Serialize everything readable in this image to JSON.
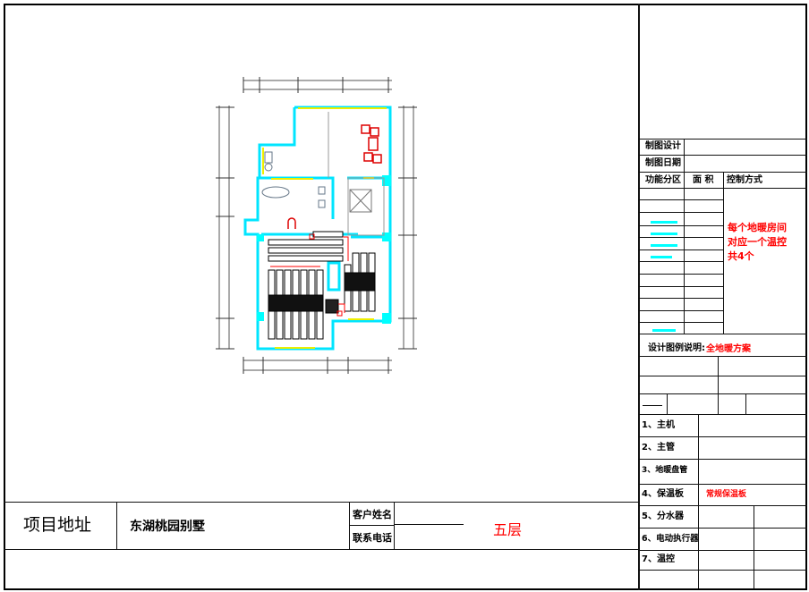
{
  "title_block": {
    "drawing_design_label": "制图设计",
    "drawing_date_label": "制图日期",
    "columns": {
      "zone": "功能分区",
      "area": "面 积",
      "control": "控制方式"
    },
    "control_note": [
      "每个地暖房间",
      "对应一个温控",
      "共4个"
    ],
    "legend_label": "设计图例说明:",
    "legend_value": "全地暖方案",
    "items": [
      {
        "label": "1、主机",
        "value": ""
      },
      {
        "label": "2、主管",
        "value": ""
      },
      {
        "label": "3、地暖盘管",
        "value": ""
      },
      {
        "label": "4、保温板",
        "value": "常规保温板"
      },
      {
        "label": "5、分水器",
        "value": ""
      },
      {
        "label": "6、电动执行器",
        "value": ""
      },
      {
        "label": "7、温控",
        "value": ""
      }
    ]
  },
  "footer": {
    "project_address_label": "项目地址",
    "project_address": "东湖桃园别墅",
    "customer_name_label": "客户姓名",
    "phone_label": "联系电话",
    "floor": "五层"
  },
  "colors": {
    "wall": "#00ffff",
    "window": "#ffff00",
    "pipe": "#ff0000",
    "coil": "#000000"
  }
}
